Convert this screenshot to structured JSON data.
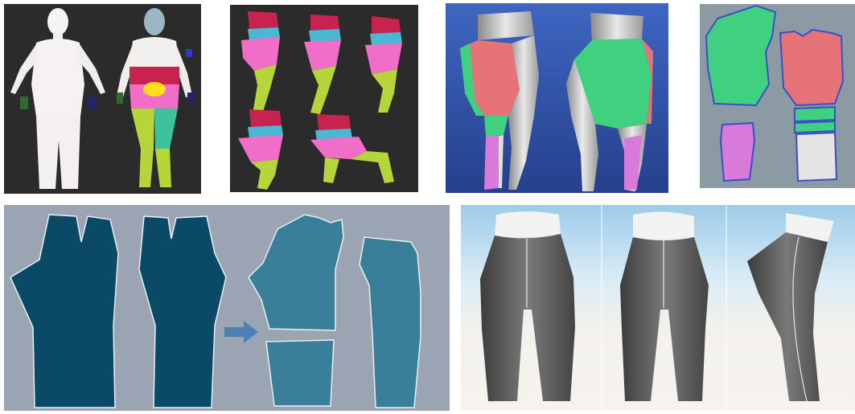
{
  "figure": {
    "panels": [
      {
        "id": "body-scan-segmentation",
        "description_key": "bodies"
      },
      {
        "id": "leg-poses",
        "description_key": "poses"
      },
      {
        "id": "rendered-lower-body",
        "description_key": "render"
      },
      {
        "id": "flattened-pattern-pieces",
        "description_key": "flat"
      },
      {
        "id": "trouser-pattern-adjustment",
        "description_key": "pattern"
      },
      {
        "id": "virtual-fit-trousers",
        "description_key": "fit"
      }
    ],
    "colors": {
      "dark_bg": "#2b2b2b",
      "blue_bg": "#3556a8",
      "gray_bg": "#8c9aa3",
      "pattern_bg": "#9aa4b2",
      "pattern_dark": "#0b4a66",
      "pattern_light": "#3a7f9a",
      "arrow": "#4e7fb5",
      "pink": "#f06dc8",
      "crimson": "#c8224e",
      "lime": "#b5d53a",
      "teal": "#3cc39b",
      "salmon": "#e57378",
      "green": "#3fd17f",
      "violet": "#d77ad9",
      "yellow": "#ffe11a",
      "trouser_gray": "#6b6b6b",
      "sky": "#cfe6f5"
    }
  }
}
